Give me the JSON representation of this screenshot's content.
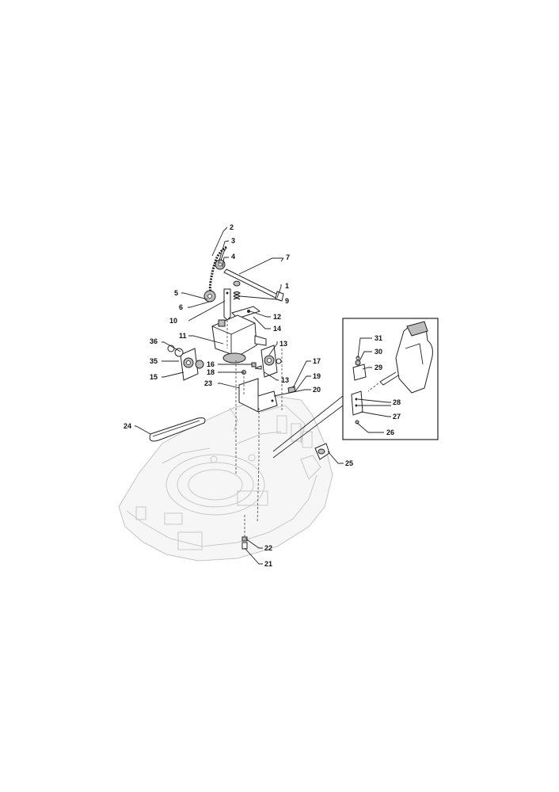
{
  "diagram": {
    "callouts": [
      "1",
      "2",
      "3",
      "4",
      "5",
      "6",
      "7",
      "9",
      "10",
      "11",
      "12",
      "13",
      "13",
      "14",
      "15",
      "16",
      "17",
      "18",
      "19",
      "20",
      "21",
      "22",
      "23",
      "24",
      "25",
      "26",
      "27",
      "28",
      "29",
      "30",
      "31",
      "35",
      "36"
    ]
  },
  "colors": {
    "line": "#222222",
    "ghost": "#c8c8c8",
    "background": "#ffffff"
  }
}
